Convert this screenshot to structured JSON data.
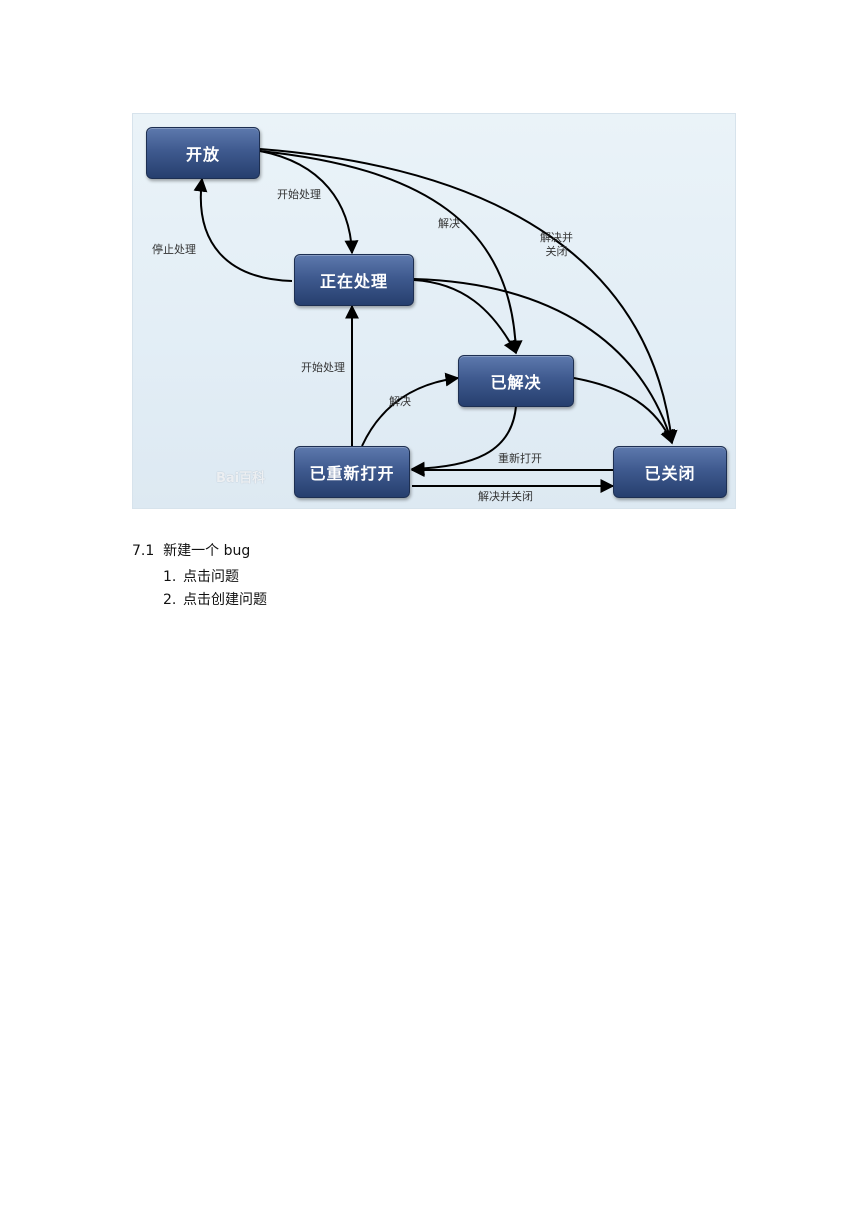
{
  "diagram": {
    "nodes": {
      "open": "开放",
      "in_progress": "正在处理",
      "resolved": "已解决",
      "reopened": "已重新打开",
      "closed": "已关闭"
    },
    "edges": {
      "open_to_in_progress": "开始处理",
      "in_progress_to_open": "停止处理",
      "open_to_resolved": "解决",
      "open_to_closed_line1": "解决并",
      "open_to_closed_line2": "关闭",
      "reopened_to_in_progress": "开始处理",
      "reopened_to_resolved": "解决",
      "closed_to_reopened": "重新打开",
      "reopened_to_closed": "解决并关闭"
    },
    "watermark": "Bai百科"
  },
  "section": {
    "number": "7.1",
    "title": "新建一个 bug",
    "steps": [
      {
        "num": "1.",
        "text": "点击问题"
      },
      {
        "num": "2.",
        "text": "点击创建问题"
      }
    ]
  }
}
